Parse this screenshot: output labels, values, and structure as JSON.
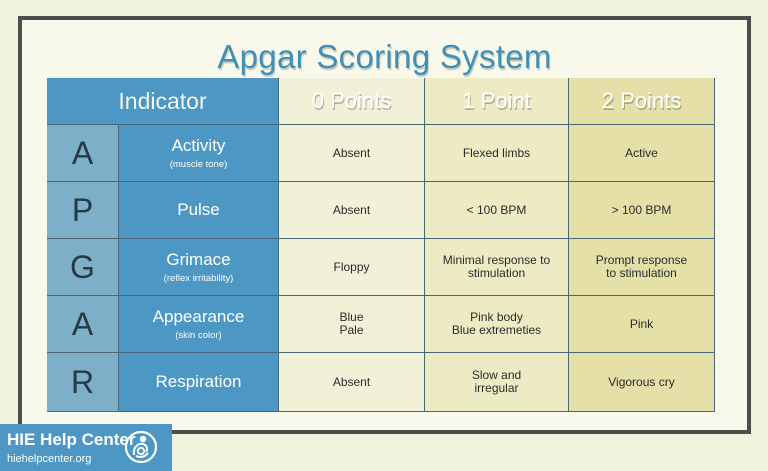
{
  "title": "Apgar Scoring System",
  "header": {
    "indicator": "Indicator",
    "points": [
      "0 Points",
      "1 Point",
      "2 Points"
    ]
  },
  "rows": [
    {
      "letter": "A",
      "name": "Activity",
      "detail": "(muscle tone)",
      "values": [
        "Absent",
        "Flexed limbs",
        "Active"
      ]
    },
    {
      "letter": "P",
      "name": "Pulse",
      "detail": "",
      "values": [
        "Absent",
        "< 100 BPM",
        "> 100 BPM"
      ]
    },
    {
      "letter": "G",
      "name": "Grimace",
      "detail": "(reflex irritability)",
      "values": [
        "Floppy",
        "Minimal response to\nstimulation",
        "Prompt response\nto stimulation"
      ]
    },
    {
      "letter": "A",
      "name": "Appearance",
      "detail": "(skin color)",
      "values": [
        "Blue\nPale",
        "Pink body\nBlue extremeties",
        "Pink"
      ]
    },
    {
      "letter": "R",
      "name": "Respiration",
      "detail": "",
      "values": [
        "Absent",
        "Slow and\nirregular",
        "Vigorous cry"
      ]
    }
  ],
  "logo": {
    "name": "HIE Help Center",
    "url": "hiehelpcenter.org",
    "icon": "mother-and-baby-icon"
  },
  "colors": {
    "indicator_blue": "#4c97c3",
    "letter_blue": "#7eafc9",
    "title_blue": "#3f8fb7",
    "col0": "#f1f1d8",
    "col1": "#ecebc4",
    "col2": "#e4e0a8"
  }
}
